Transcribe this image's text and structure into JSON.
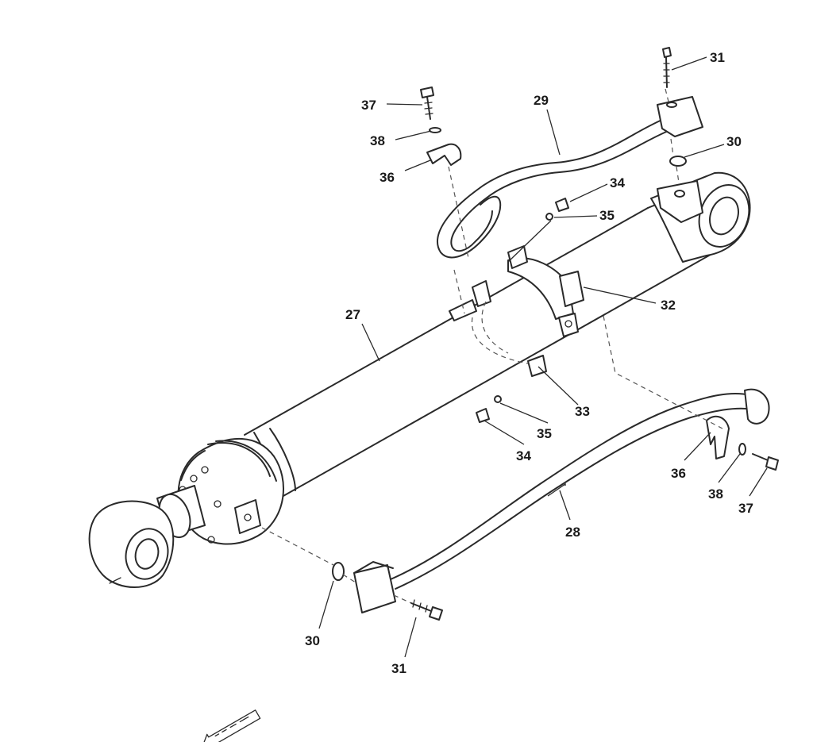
{
  "callouts": [
    {
      "id": "c31a",
      "text": "31"
    },
    {
      "id": "c37a",
      "text": "37"
    },
    {
      "id": "c29",
      "text": "29"
    },
    {
      "id": "c30a",
      "text": "30"
    },
    {
      "id": "c38a",
      "text": "38"
    },
    {
      "id": "c36a",
      "text": "36"
    },
    {
      "id": "c34a",
      "text": "34"
    },
    {
      "id": "c35a",
      "text": "35"
    },
    {
      "id": "c27",
      "text": "27"
    },
    {
      "id": "c32",
      "text": "32"
    },
    {
      "id": "c33",
      "text": "33"
    },
    {
      "id": "c35b",
      "text": "35"
    },
    {
      "id": "c34b",
      "text": "34"
    },
    {
      "id": "c36b",
      "text": "36"
    },
    {
      "id": "c38b",
      "text": "38"
    },
    {
      "id": "c37b",
      "text": "37"
    },
    {
      "id": "c28",
      "text": "28"
    },
    {
      "id": "c30b",
      "text": "30"
    },
    {
      "id": "c31b",
      "text": "31"
    }
  ]
}
